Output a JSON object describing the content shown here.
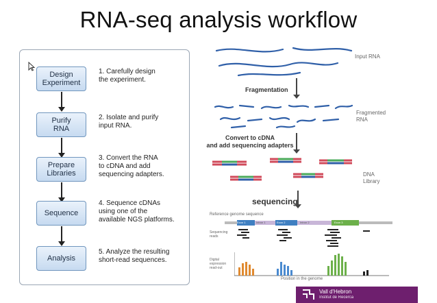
{
  "title": "RNA-seq analysis workflow",
  "steps": [
    {
      "label": "Design\nExperiment",
      "desc": "1. Carefully design\nthe experiment."
    },
    {
      "label": "Purify\nRNA",
      "desc": "2. Isolate and purify\ninput RNA."
    },
    {
      "label": "Prepare\nLibraries",
      "desc": "3. Convert the RNA\nto cDNA and add\nsequencing adapters."
    },
    {
      "label": "Sequence",
      "desc": "4. Sequence cDNAs\nusing one of the\navailable NGS platforms."
    },
    {
      "label": "Analysis",
      "desc": "5. Analyze the resulting\nshort-read sequences."
    }
  ],
  "figure": {
    "input_rna": "Input RNA",
    "fragmentation": "Fragmentation",
    "fragmented_rna": "Fragmented\nRNA",
    "convert": "Convert to cDNA\nand add sequencing adapters",
    "dna_library": "DNA\nLibrary",
    "sequencing": "sequencing",
    "ref_genome": "Reference genome sequence",
    "seq_reads": "Sequencing\nreads",
    "digital_expr": "Digital\nexpression\nread-out",
    "position": "Position in the genome",
    "exons": [
      "Exon 1",
      "Intron 1",
      "Exon 2",
      "Intron 2",
      "Exon 3"
    ]
  },
  "logo": {
    "line1": "Vall d'Hebron",
    "line2": "Institut de Recerca"
  },
  "colors": {
    "box_border": "#6f95bd",
    "logo_bg": "#6e1f6e",
    "rna_blue": "#2f5fa8",
    "adapter_red": "#d04a5a",
    "adapter_green": "#4aaa5a"
  }
}
